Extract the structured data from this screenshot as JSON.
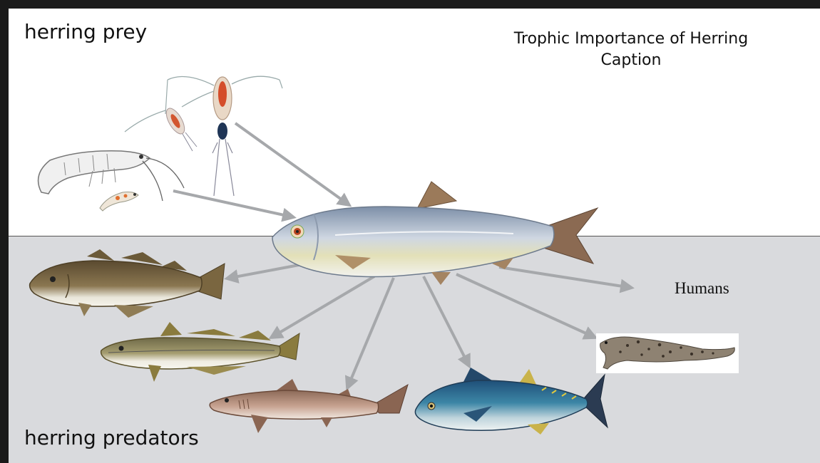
{
  "labels": {
    "prey": "herring prey",
    "predators": "herring predators",
    "title_line1": "Trophic Importance of Herring",
    "title_line2": "Caption",
    "humans": "Humans"
  },
  "colors": {
    "upper_panel": "#ffffff",
    "lower_panel": "#d9dadd",
    "frame": "#1a1a1a",
    "arrow": "#a6a8ab"
  },
  "organisms": {
    "center": "herring",
    "prey": [
      "copepod-large",
      "copepod-small",
      "krill-large",
      "krill-small"
    ],
    "predators": [
      "cod",
      "pollock",
      "dogfish-shark",
      "tuna",
      "seal",
      "humans"
    ]
  }
}
